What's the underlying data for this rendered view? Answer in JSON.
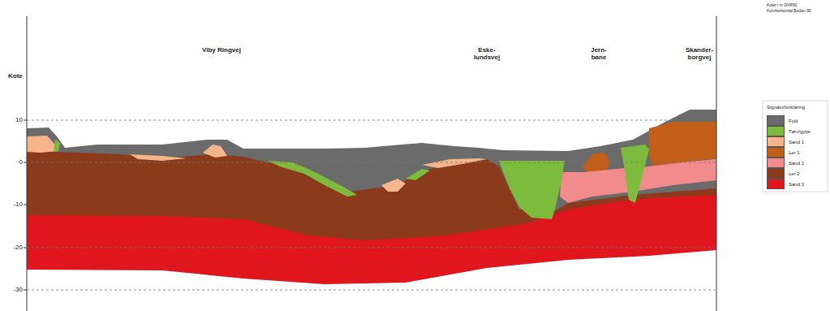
{
  "diagram": {
    "labels": [
      "Koter i m DVR90",
      "Kurvhorisontal Boden 90",
      "Viby Ringvej",
      "Eske- lundsvej",
      "Jern- bane",
      "Skander- borgvej",
      "Kote",
      "10",
      "0",
      "-10",
      "-20",
      "-30",
      "Signaturforklaring"
    ],
    "legend": [
      {
        "text": "Fyld",
        "color": "#6b6b6b"
      },
      {
        "text": "Tørv/gytje",
        "color": "#7dbb3c"
      },
      {
        "text": "Sand 1",
        "color": "#f6b48a"
      },
      {
        "text": "Ler 1",
        "color": "#c25e18"
      },
      {
        "text": "Sand 2",
        "color": "#f28b8b"
      },
      {
        "text": "Ler 2",
        "color": "#8b3a1c"
      },
      {
        "text": "Sand 3",
        "color": "#e0161e"
      }
    ]
  }
}
